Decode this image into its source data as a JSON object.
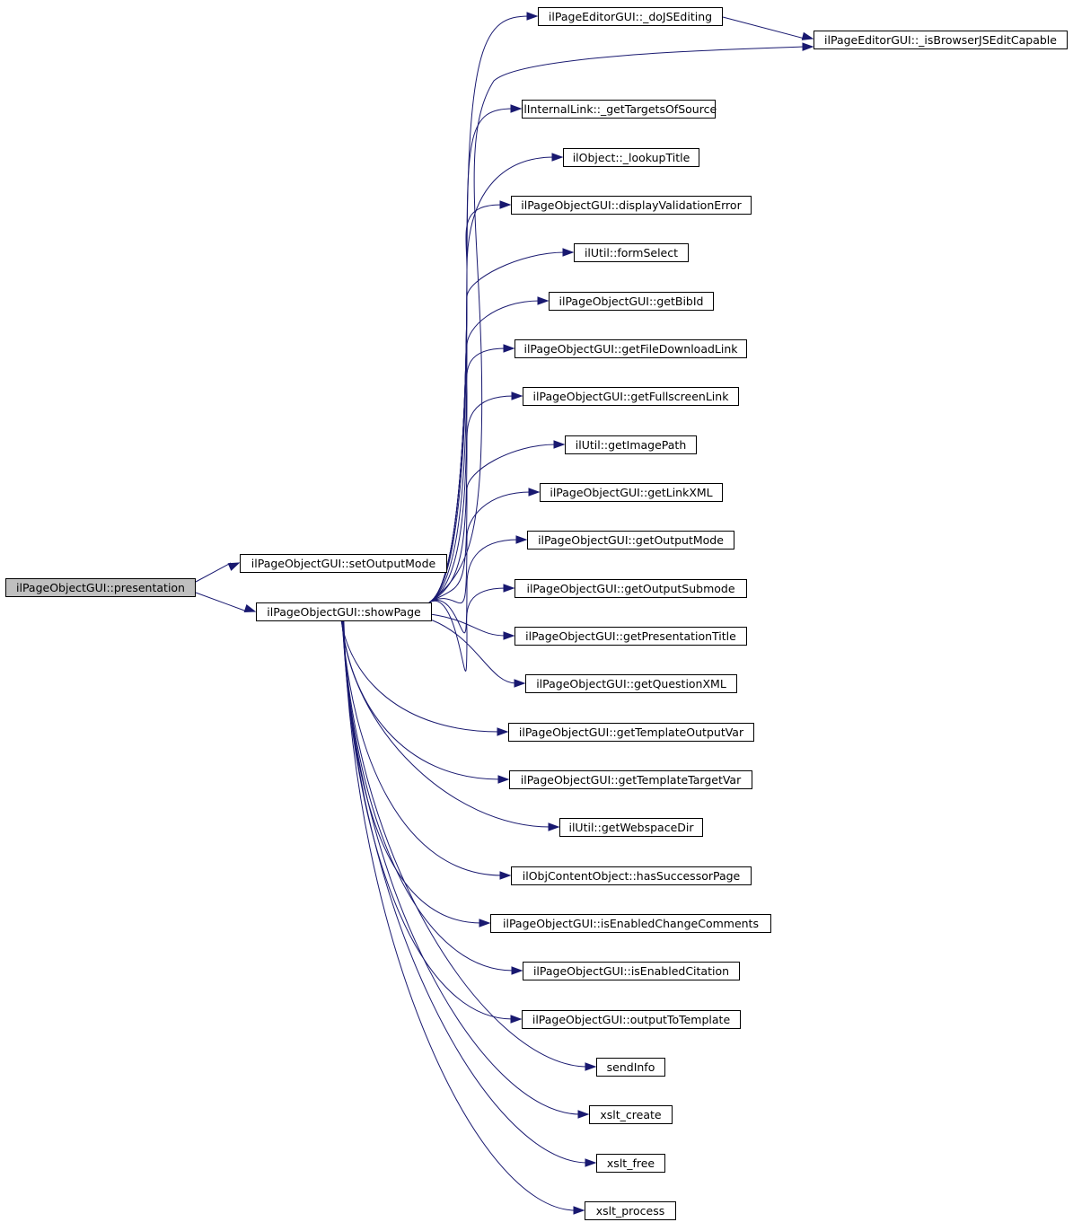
{
  "graph": {
    "root": "ilPageObjectGUI::presentation",
    "nodes": [
      {
        "id": "presentation",
        "label": "ilPageObjectGUI::presentation",
        "highlighted": true
      },
      {
        "id": "setOutputMode",
        "label": "ilPageObjectGUI::setOutputMode"
      },
      {
        "id": "showPage",
        "label": "ilPageObjectGUI::showPage"
      },
      {
        "id": "doJSEditing",
        "label": "ilPageEditorGUI::_doJSEditing"
      },
      {
        "id": "isBrowserJSEditCapable",
        "label": "ilPageEditorGUI::_isBrowserJSEditCapable"
      },
      {
        "id": "getTargetsOfSource",
        "label": "ilInternalLink::_getTargetsOfSource"
      },
      {
        "id": "lookupTitle",
        "label": "ilObject::_lookupTitle"
      },
      {
        "id": "displayValidationError",
        "label": "ilPageObjectGUI::displayValidationError"
      },
      {
        "id": "formSelect",
        "label": "ilUtil::formSelect"
      },
      {
        "id": "getBibId",
        "label": "ilPageObjectGUI::getBibId"
      },
      {
        "id": "getFileDownloadLink",
        "label": "ilPageObjectGUI::getFileDownloadLink"
      },
      {
        "id": "getFullscreenLink",
        "label": "ilPageObjectGUI::getFullscreenLink"
      },
      {
        "id": "getImagePath",
        "label": "ilUtil::getImagePath"
      },
      {
        "id": "getLinkXML",
        "label": "ilPageObjectGUI::getLinkXML"
      },
      {
        "id": "getOutputMode",
        "label": "ilPageObjectGUI::getOutputMode"
      },
      {
        "id": "getOutputSubmode",
        "label": "ilPageObjectGUI::getOutputSubmode"
      },
      {
        "id": "getPresentationTitle",
        "label": "ilPageObjectGUI::getPresentationTitle"
      },
      {
        "id": "getQuestionXML",
        "label": "ilPageObjectGUI::getQuestionXML"
      },
      {
        "id": "getTemplateOutputVar",
        "label": "ilPageObjectGUI::getTemplateOutputVar"
      },
      {
        "id": "getTemplateTargetVar",
        "label": "ilPageObjectGUI::getTemplateTargetVar"
      },
      {
        "id": "getWebspaceDir",
        "label": "ilUtil::getWebspaceDir"
      },
      {
        "id": "hasSuccessorPage",
        "label": "ilObjContentObject::hasSuccessorPage"
      },
      {
        "id": "isEnabledChangeComments",
        "label": "ilPageObjectGUI::isEnabledChangeComments"
      },
      {
        "id": "isEnabledCitation",
        "label": "ilPageObjectGUI::isEnabledCitation"
      },
      {
        "id": "outputToTemplate",
        "label": "ilPageObjectGUI::outputToTemplate"
      },
      {
        "id": "sendInfo",
        "label": "sendInfo"
      },
      {
        "id": "xslt_create",
        "label": "xslt_create"
      },
      {
        "id": "xslt_free",
        "label": "xslt_free"
      },
      {
        "id": "xslt_process",
        "label": "xslt_process"
      }
    ],
    "edges": [
      [
        "presentation",
        "setOutputMode"
      ],
      [
        "presentation",
        "showPage"
      ],
      [
        "showPage",
        "doJSEditing"
      ],
      [
        "doJSEditing",
        "isBrowserJSEditCapable"
      ],
      [
        "showPage",
        "isBrowserJSEditCapable"
      ],
      [
        "showPage",
        "getTargetsOfSource"
      ],
      [
        "showPage",
        "lookupTitle"
      ],
      [
        "showPage",
        "displayValidationError"
      ],
      [
        "showPage",
        "formSelect"
      ],
      [
        "showPage",
        "getBibId"
      ],
      [
        "showPage",
        "getFileDownloadLink"
      ],
      [
        "showPage",
        "getFullscreenLink"
      ],
      [
        "showPage",
        "getImagePath"
      ],
      [
        "showPage",
        "getLinkXML"
      ],
      [
        "showPage",
        "getOutputMode"
      ],
      [
        "showPage",
        "getOutputSubmode"
      ],
      [
        "showPage",
        "getPresentationTitle"
      ],
      [
        "showPage",
        "getQuestionXML"
      ],
      [
        "showPage",
        "getTemplateOutputVar"
      ],
      [
        "showPage",
        "getTemplateTargetVar"
      ],
      [
        "showPage",
        "getWebspaceDir"
      ],
      [
        "showPage",
        "hasSuccessorPage"
      ],
      [
        "showPage",
        "isEnabledChangeComments"
      ],
      [
        "showPage",
        "isEnabledCitation"
      ],
      [
        "showPage",
        "outputToTemplate"
      ],
      [
        "showPage",
        "sendInfo"
      ],
      [
        "showPage",
        "xslt_create"
      ],
      [
        "showPage",
        "xslt_free"
      ],
      [
        "showPage",
        "xslt_process"
      ]
    ],
    "colors": {
      "edge": "#191970",
      "node_border": "#000000",
      "node_fill": "#ffffff",
      "highlight_fill": "#bfbfbf"
    }
  }
}
